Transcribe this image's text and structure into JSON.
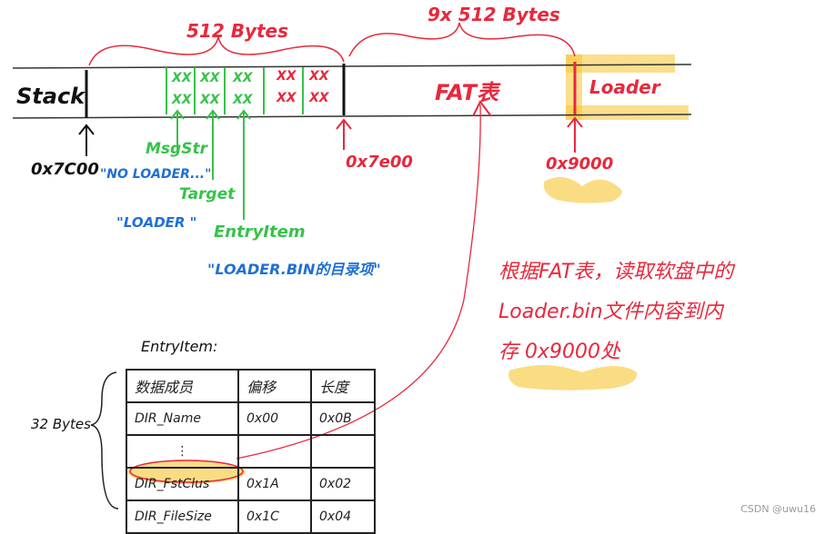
{
  "colors": {
    "black": "#111111",
    "red": "#e8283c",
    "green": "#37c24a",
    "blue": "#1f6fd6",
    "highlight": "#f7c531"
  },
  "top": {
    "bytes512_label": "512 Bytes",
    "bytes9x512_label": "9x 512 Bytes",
    "stack_label": "Stack",
    "fat_label": "FAT表",
    "loader_label": "Loader",
    "addr_7c00": "0x7C00",
    "addr_7e00": "0x7e00",
    "addr_9000": "0x9000",
    "cells_green": [
      "XX",
      "XX",
      "XX",
      "XX",
      "XX",
      "XX"
    ],
    "cells_red": [
      "XX",
      "XX",
      "XX",
      "XX"
    ],
    "msgstr_label": "MsgStr",
    "msgstr_value": "\"NO LOADER...\"",
    "target_label": "Target",
    "target_value": "\"LOADER  \"",
    "entryitem_label": "EntryItem",
    "entryitem_value": "\"LOADER.BIN的目录项\""
  },
  "note": {
    "lines": [
      "根据FAT表，读取软盘中的",
      "Loader.bin文件内容到内",
      "存 0x9000处"
    ]
  },
  "entry_table": {
    "title": "EntryItem:",
    "size_label": "32 Bytes",
    "headers": [
      "数据成员",
      "偏移",
      "长度"
    ],
    "rows": [
      [
        "DIR_Name",
        "0x00",
        "0x0B"
      ],
      [
        "⋮",
        "",
        ""
      ],
      [
        "DIR_FstClus",
        "0x1A",
        "0x02"
      ],
      [
        "DIR_FileSize",
        "0x1C",
        "0x04"
      ]
    ]
  },
  "watermark": "CSDN @uwu16"
}
